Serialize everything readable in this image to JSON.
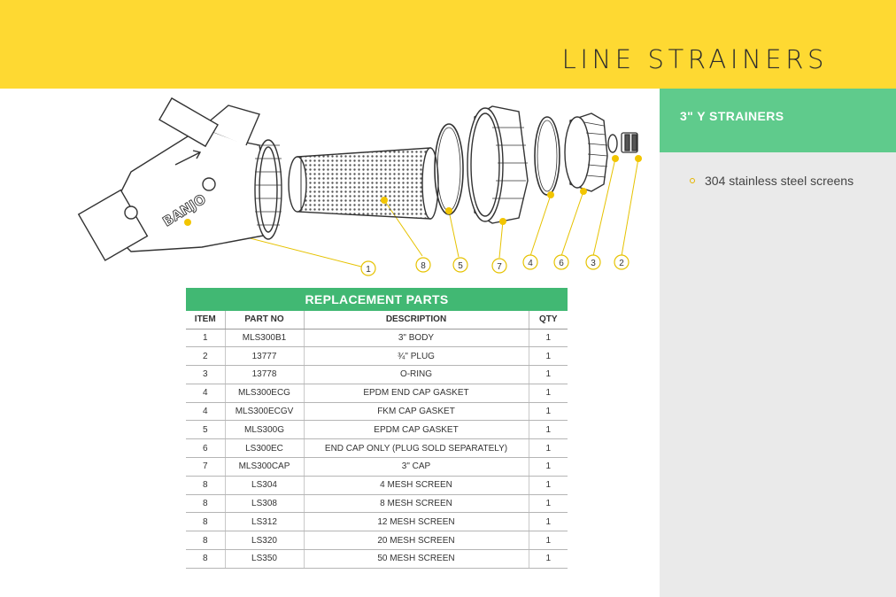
{
  "header": {
    "title": "LINE STRAINERS"
  },
  "sidebar": {
    "heading": "3\" Y STRAINERS",
    "features": [
      "304 stainless steel screens"
    ]
  },
  "diagram": {
    "brand": "BANJO",
    "callouts": [
      "1",
      "8",
      "5",
      "7",
      "4",
      "6",
      "3",
      "2"
    ]
  },
  "table": {
    "title": "REPLACEMENT PARTS",
    "headers": {
      "item": "ITEM",
      "part_no": "PART NO",
      "description": "DESCRIPTION",
      "qty": "QTY"
    },
    "rows": [
      {
        "item": "1",
        "part_no": "MLS300B1",
        "description": "3\" BODY",
        "qty": "1"
      },
      {
        "item": "2",
        "part_no": "13777",
        "description": "¾\" PLUG",
        "qty": "1"
      },
      {
        "item": "3",
        "part_no": "13778",
        "description": "O-RING",
        "qty": "1"
      },
      {
        "item": "4",
        "part_no": "MLS300ECG",
        "description": "EPDM  END CAP GASKET",
        "qty": "1"
      },
      {
        "item": "4",
        "part_no": "MLS300ECGV",
        "description": "FKM CAP GASKET",
        "qty": "1"
      },
      {
        "item": "5",
        "part_no": "MLS300G",
        "description": "EPDM CAP GASKET",
        "qty": "1"
      },
      {
        "item": "6",
        "part_no": "LS300EC",
        "description": "END CAP ONLY (PLUG SOLD SEPARATELY)",
        "qty": "1"
      },
      {
        "item": "7",
        "part_no": "MLS300CAP",
        "description": "3\" CAP",
        "qty": "1"
      },
      {
        "item": "8",
        "part_no": "LS304",
        "description": "4 MESH SCREEN",
        "qty": "1"
      },
      {
        "item": "8",
        "part_no": "LS308",
        "description": "8 MESH SCREEN",
        "qty": "1"
      },
      {
        "item": "8",
        "part_no": "LS312",
        "description": "12 MESH SCREEN",
        "qty": "1"
      },
      {
        "item": "8",
        "part_no": "LS320",
        "description": "20 MESH SCREEN",
        "qty": "1"
      },
      {
        "item": "8",
        "part_no": "LS350",
        "description": "50 MESH SCREEN",
        "qty": "1"
      }
    ]
  },
  "colors": {
    "header_yellow": "#fed932",
    "sidebar_green": "#5fcb8c",
    "table_green": "#41b873",
    "sidebar_gray": "#eaeaea",
    "callout_yellow": "#f2c500"
  }
}
